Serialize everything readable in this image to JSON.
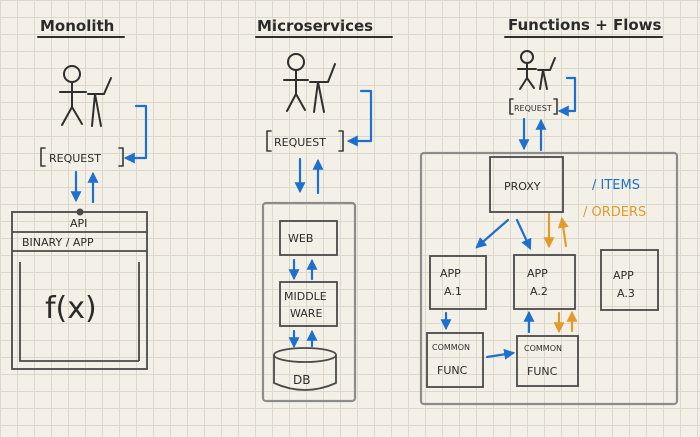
{
  "columns": {
    "monolith": {
      "title": "Monolith",
      "request": "REQUEST",
      "api": "API",
      "binary": "BINARY / APP",
      "func": "f(x)"
    },
    "microservices": {
      "title": "Microservices",
      "request": "REQUEST",
      "web": "WEB",
      "middleware_1": "MIDDLE",
      "middleware_2": "WARE",
      "db": "DB"
    },
    "functions": {
      "title": "Functions + Flows",
      "request": "REQUEST",
      "proxy": "PROXY",
      "route_items": "/ ITEMS",
      "route_orders": "/ ORDERS",
      "app_a1_1": "APP",
      "app_a1_2": "A.1",
      "app_a2_1": "APP",
      "app_a2_2": "A.2",
      "app_a3_1": "APP",
      "app_a3_2": "A.3",
      "common_left_1": "COMMON",
      "common_left_2": "FUNC",
      "common_right_1": "COMMON",
      "common_right_2": "FUNC"
    }
  },
  "colors": {
    "ink": "#2f2f2f",
    "blue_arrow": "#1f6fce",
    "orange_arrow": "#e39a2a",
    "grid": "#dcd9cc",
    "paper": "#f3f1e7"
  }
}
